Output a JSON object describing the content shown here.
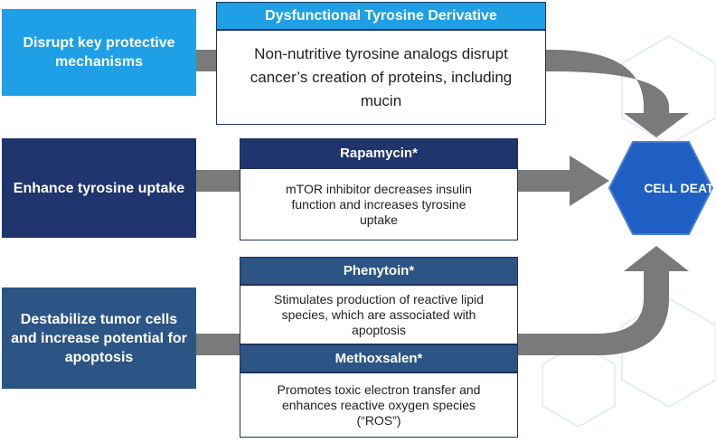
{
  "strategies": [
    {
      "label": "Disrupt key protective mechanisms",
      "color": "#1e9fe6"
    },
    {
      "label": "Enhance tyrosine uptake",
      "color": "#20346e"
    },
    {
      "label": "Destabilize tumor cells and increase potential for apoptosis",
      "color": "#2c5585"
    }
  ],
  "drugs": {
    "tyrosine": {
      "title": "Dysfunctional Tyrosine Derivative",
      "description": "Non-nutritive tyrosine analogs disrupt cancer’s creation of proteins, including mucin",
      "color": "#1e9fe6"
    },
    "rapamycin": {
      "title": "Rapamycin*",
      "description": "mTOR inhibitor decreases insulin function and increases tyrosine uptake",
      "color": "#20346e"
    },
    "phenytoin": {
      "title": "Phenytoin*",
      "description": "Stimulates production of reactive lipid species, which are associated with apoptosis",
      "color": "#2c5585"
    },
    "methoxsalen": {
      "title": "Methoxsalen*",
      "description": "Promotes toxic electron transfer and enhances reactive oxygen species (“ROS”)",
      "color": "#2c5585"
    }
  },
  "outcome": {
    "label": "CELL DEATH",
    "color": "#1f5fc4"
  },
  "colors": {
    "arrow": "#7a7a7a",
    "background_hex": "#e3edf8"
  }
}
